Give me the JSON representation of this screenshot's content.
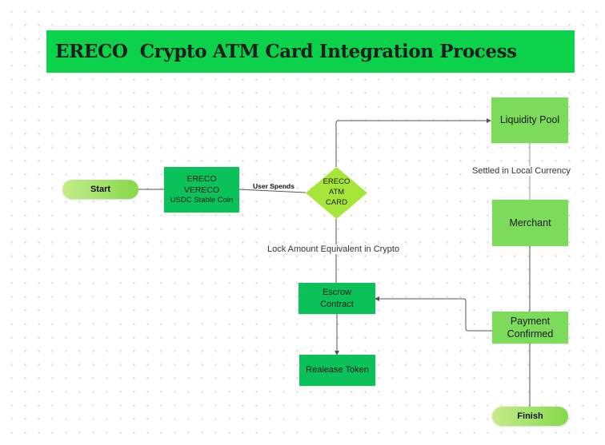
{
  "title": "ERECO  Crypto ATM Card Integration Process",
  "nodes": {
    "start": "Start",
    "ereco_coins": [
      "ERECO",
      "VERECO",
      "USDC Stable Coin"
    ],
    "atm_card": [
      "ERECO",
      "ATM",
      "CARD"
    ],
    "liquidity_pool": "Liquidity Pool",
    "merchant": "Merchant",
    "escrow_contract": [
      "Escrow",
      "Contract"
    ],
    "payment_confirmed": [
      "Payment",
      "Confirmed"
    ],
    "release_token": "Realease Token",
    "finish": "Finish"
  },
  "edge_labels": {
    "user_spends": "User Spends",
    "lock_amount": "Lock Amount Equivalent in Crypto",
    "settled": "Settled in Local Currency"
  },
  "colors": {
    "title_bg": "#0bd24a",
    "dark_green": "#0bc25a",
    "light_green": "#7cdb5a",
    "pill_start": "#c4ec8a",
    "pill_end": "#86d94a",
    "connector": "#555555"
  }
}
